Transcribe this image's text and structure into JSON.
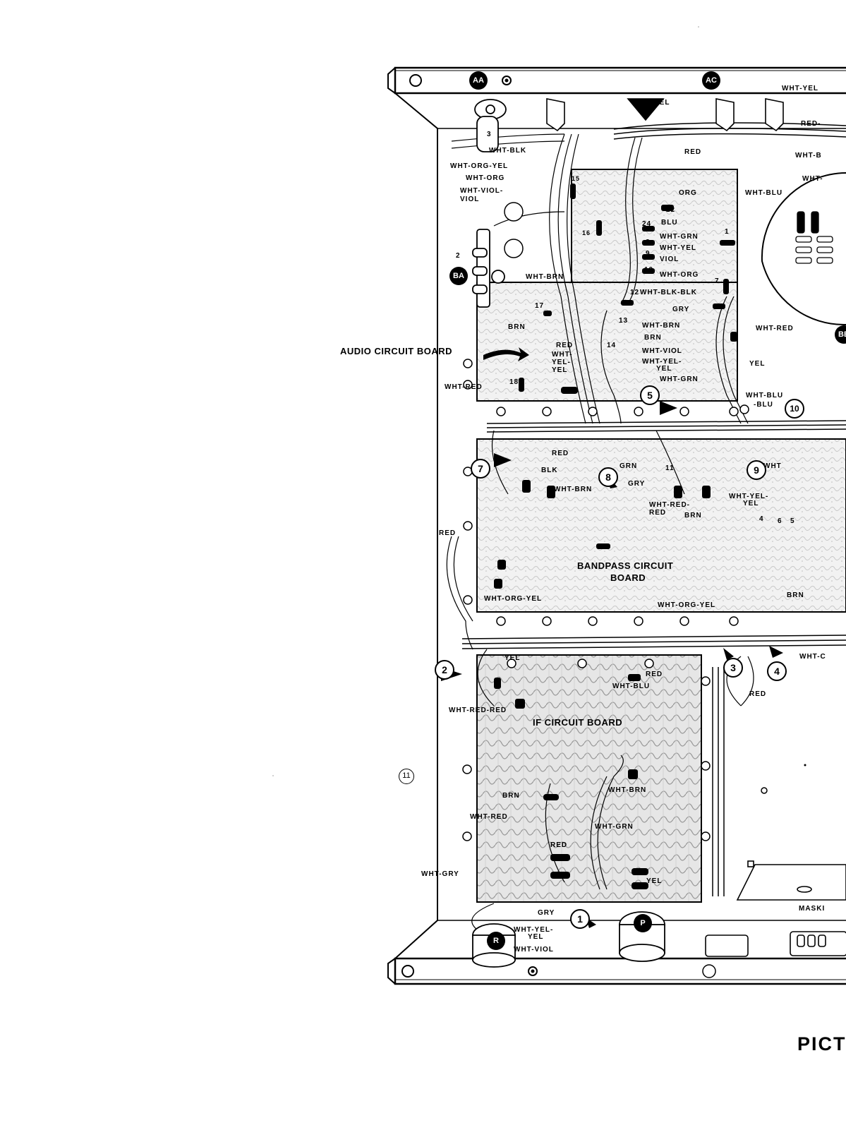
{
  "figure_title": "PICT",
  "board_labels": {
    "audio": "AUDIO CIRCUIT BOARD",
    "bandpass_line1": "BANDPASS CIRCUIT",
    "bandpass_line2": "BOARD",
    "if": "IF CIRCUIT BOARD",
    "masking": "MASKI"
  },
  "tags": {
    "aa": "AA",
    "ac": "AC",
    "ba": "BA",
    "bb": "BB",
    "p": "P",
    "r": "R"
  },
  "callouts": {
    "c1": "1",
    "c2": "2",
    "c3": "3",
    "c4": "4",
    "c5": "5",
    "c7": "7",
    "c8": "8",
    "c9": "9",
    "c10": "10",
    "c11": "11"
  },
  "wire_labels": {
    "wht_yel_top": "WHT-YEL",
    "yel_top": "YEL",
    "red_top": "RED-",
    "wht_b_top": "WHT-B",
    "wht_top2": "WHT-",
    "wht_blk": "WHT-BLK",
    "wht_org_yel": "WHT-ORG-YEL",
    "wht_org": "WHT-ORG",
    "wht_viol": "WHT-VIOL-",
    "viol": "VIOL",
    "red_upper": "RED",
    "org": "ORG",
    "blu": "BLU",
    "wht_blu": "WHT-BLU",
    "wht_grn": "WHT-GRN",
    "wht_yel": "WHT-YEL",
    "viol2": "VIOL",
    "wht_brn": "WHT-BRN",
    "wht_org2": "WHT-ORG",
    "wht_blk_blk": "WHT-BLK-BLK",
    "gry": "GRY",
    "wht_red_right": "WHT-RED",
    "brn": "BRN",
    "red_mid": "RED",
    "wht_brn2": "WHT-BRN",
    "brn2": "BRN",
    "wht_yel_yel": "WHT-",
    "wht_yel_yel2": "YEL-",
    "wht_yel_yel3": "YEL",
    "wht_viol2": "WHT-VIOL",
    "wht_yel_b": "WHT-YEL-",
    "yel_b": "YEL",
    "wht_grn2": "WHT-GRN",
    "yel_right": "YEL",
    "wht_blu_blu": "WHT-BLU",
    "blu_b": "-BLU",
    "wht_red_left": "WHT-RED",
    "red_bp": "RED",
    "blk_bp": "BLK",
    "grn_bp": "GRN",
    "gry_bp": "GRY",
    "wht_bp": "WHT",
    "wht_brn_bp": "WHT-BRN",
    "wht_red_red": "WHT-RED-",
    "red_bp2": "RED",
    "brn_bp": "BRN",
    "wht_yel_bp": "WHT-YEL-",
    "yel_bp": "YEL",
    "red_side": "RED",
    "wht_org_yel2": "WHT-ORG-YEL",
    "wht_org_yel3": "WHT-ORG-YEL",
    "brn_bp2": "BRN",
    "yel_if": "YEL",
    "red_if": "RED",
    "wht_blu_if": "WHT-BLU",
    "red_if2": "RED",
    "wht_c": "WHT-C",
    "wht_red_red_if": "WHT-RED-RED",
    "brn_if": "BRN",
    "wht_brn_if": "WHT-BRN",
    "wht_red_if": "WHT-RED",
    "wht_grn_if": "WHT-GRN",
    "red_if3": "RED",
    "yel_if2": "YEL",
    "wht_gry": "WHT-GRY",
    "gry_if": "GRY",
    "wht_yel_if": "WHT-YEL-",
    "yel_if3": "YEL",
    "wht_viol_if": "WHT-VIOL"
  },
  "pin_numbers": {
    "p3": "3",
    "p15": "15",
    "p22": "22",
    "p24": "24",
    "p16": "16",
    "p8": "8",
    "p9": "9",
    "p10": "10",
    "p1": "1",
    "p2": "2",
    "p7": "7",
    "p12": "12",
    "p13": "13",
    "p17": "17",
    "p11": "11",
    "p14": "14",
    "p18": "18",
    "p4": "4",
    "p5": "5",
    "p6": "6"
  }
}
